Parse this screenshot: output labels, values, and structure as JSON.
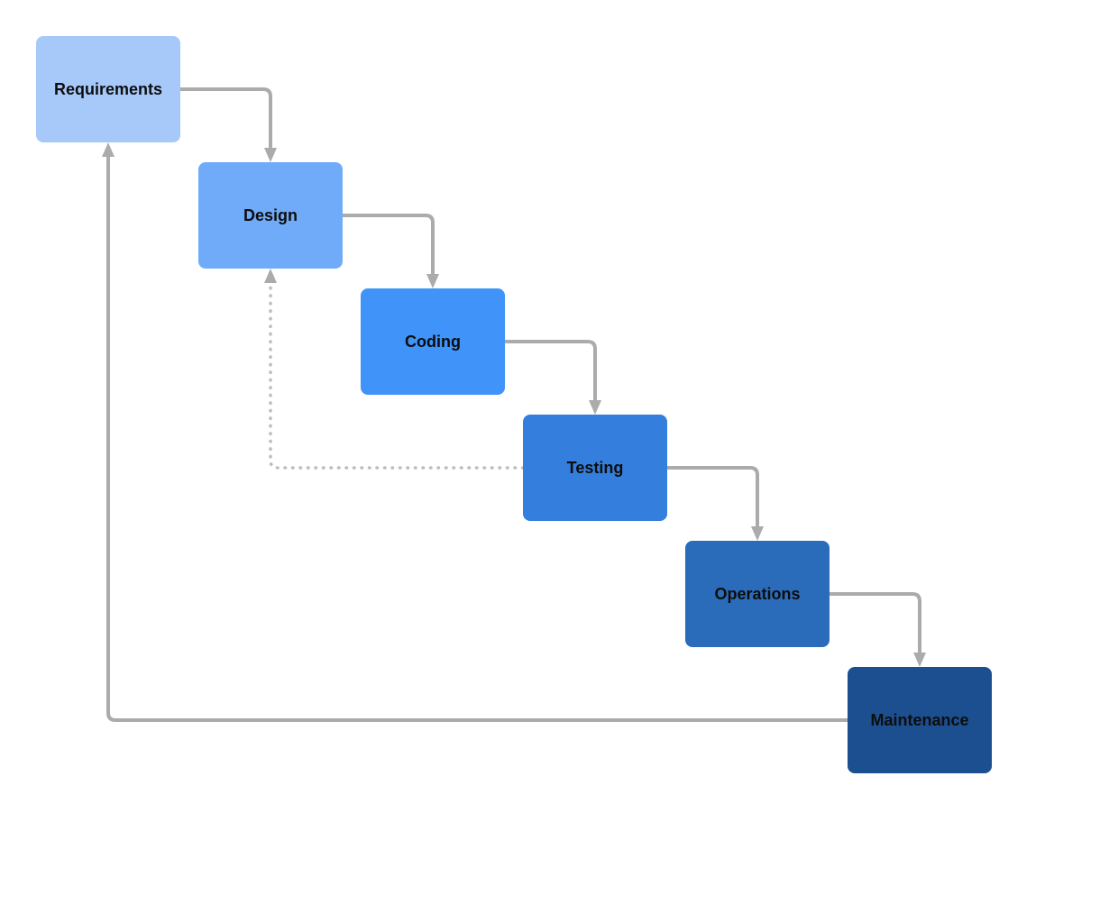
{
  "diagram": {
    "background": "#ffffff",
    "label_color": "#0d0d0d",
    "edge_color": "#ababab",
    "dotted_edge_color": "#bdbdbd",
    "arrow_color": "#ababab",
    "nodes": [
      {
        "id": "requirements",
        "label": "Requirements",
        "color": "#a6c9fa"
      },
      {
        "id": "design",
        "label": "Design",
        "color": "#70abfa"
      },
      {
        "id": "coding",
        "label": "Coding",
        "color": "#4093f9"
      },
      {
        "id": "testing",
        "label": "Testing",
        "color": "#347fdd"
      },
      {
        "id": "operations",
        "label": "Operations",
        "color": "#2a6cba"
      },
      {
        "id": "maintenance",
        "label": "Maintenance",
        "color": "#1c4f90"
      }
    ],
    "edges": [
      {
        "from": "requirements",
        "to": "design",
        "style": "solid"
      },
      {
        "from": "design",
        "to": "coding",
        "style": "solid"
      },
      {
        "from": "coding",
        "to": "testing",
        "style": "solid"
      },
      {
        "from": "testing",
        "to": "operations",
        "style": "solid"
      },
      {
        "from": "operations",
        "to": "maintenance",
        "style": "solid"
      },
      {
        "from": "testing",
        "to": "design",
        "style": "dotted"
      },
      {
        "from": "maintenance",
        "to": "requirements",
        "style": "solid"
      }
    ]
  }
}
